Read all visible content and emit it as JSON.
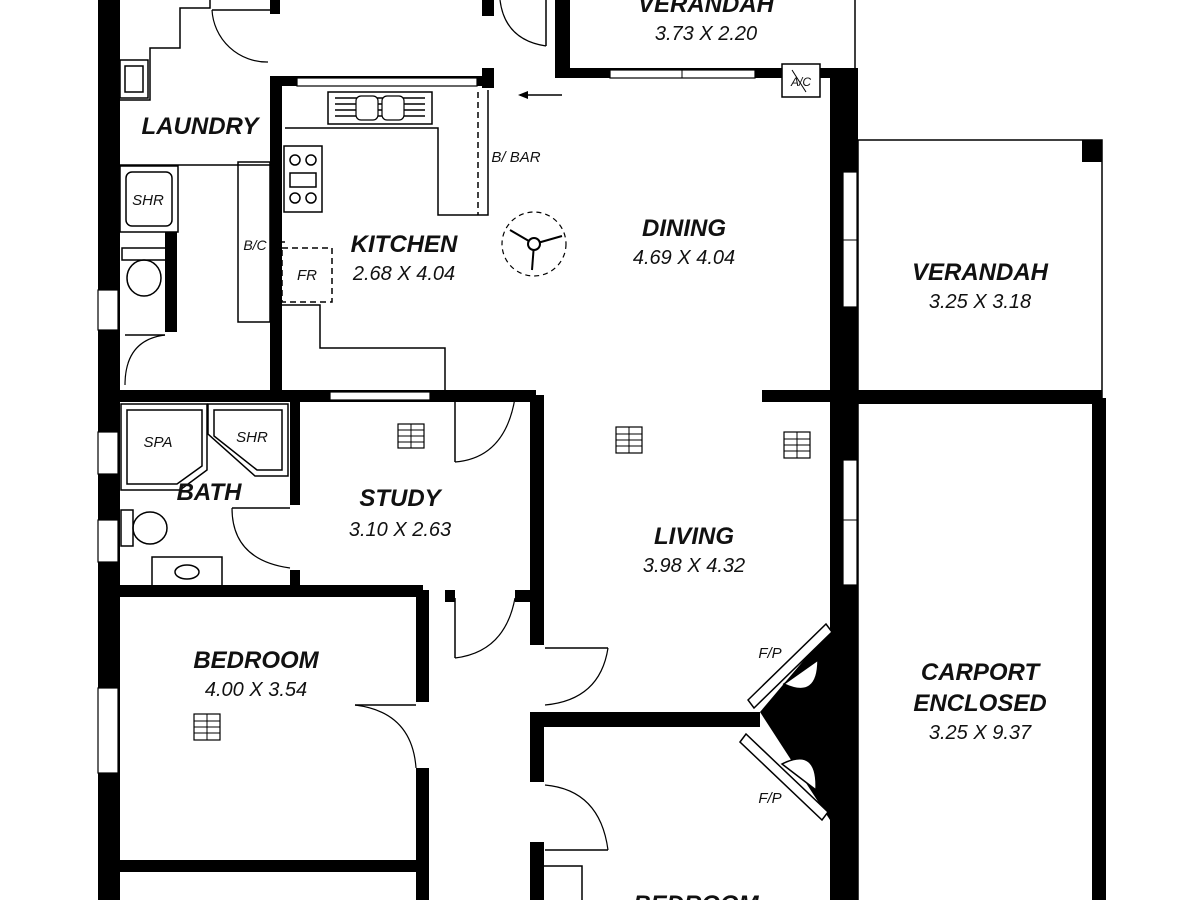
{
  "rooms": {
    "verandah_top": {
      "name": "VERANDAH",
      "dims": "3.73 X 2.20"
    },
    "laundry": {
      "name": "LAUNDRY"
    },
    "kitchen": {
      "name": "KITCHEN",
      "dims": "2.68 X 4.04"
    },
    "dining": {
      "name": "DINING",
      "dims": "4.69 X 4.04"
    },
    "verandah_right": {
      "name": "VERANDAH",
      "dims": "3.25 X 3.18"
    },
    "bath": {
      "name": "BATH"
    },
    "study": {
      "name": "STUDY",
      "dims": "3.10 X 2.63"
    },
    "living": {
      "name": "LIVING",
      "dims": "3.98 X 4.32"
    },
    "carport": {
      "name_line1": "CARPORT",
      "name_line2": "ENCLOSED",
      "dims": "3.25 X 9.37"
    },
    "bedroom1": {
      "name": "BEDROOM",
      "dims": "4.00 X 3.54"
    },
    "bedroom2": {
      "name": "BEDROOM"
    }
  },
  "fixtures": {
    "ac": "A/C",
    "bbar": "B/ BAR",
    "bic": "B/C",
    "fridge": "FR",
    "shower_laundry": "SHR",
    "shower_bath": "SHR",
    "spa": "SPA",
    "fireplace_top": "F/P",
    "fireplace_bottom": "F/P"
  }
}
